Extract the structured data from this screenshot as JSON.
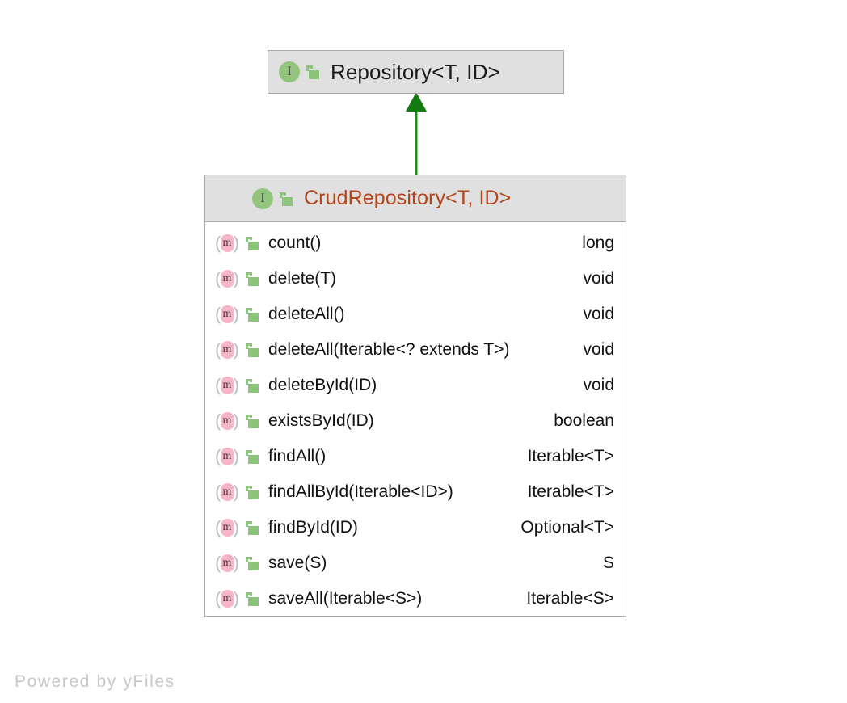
{
  "diagram": {
    "type": "uml-class-diagram",
    "watermark": "Powered by yFiles",
    "edge": {
      "kind": "generalization",
      "from": "CrudRepository<T, ID>",
      "to": "Repository<T, ID>",
      "color": "#1a8c18",
      "arrow": "filled-triangle"
    },
    "colors": {
      "node_border": "#a9a9a9",
      "header_background": "#e0e0e0",
      "body_background": "#ffffff",
      "interface_icon": "#93c47d",
      "method_icon": "#f6b6c8",
      "lock_icon": "#8cc47c",
      "accent_title": "#b5451b",
      "text": "#111111",
      "watermark": "#c8c8c8"
    }
  },
  "nodes": [
    {
      "id": "repository",
      "stereotype_icon": "interface-icon",
      "visibility_icon": "unlocked-padlock-icon",
      "title": "Repository<T, ID>",
      "title_accent": false,
      "members": []
    },
    {
      "id": "crudrepository",
      "stereotype_icon": "interface-icon",
      "visibility_icon": "unlocked-padlock-icon",
      "title": "CrudRepository<T, ID>",
      "title_accent": true,
      "members": [
        {
          "icon": "method-icon",
          "visibility_icon": "unlocked-padlock-icon",
          "name": "count()",
          "type": "long"
        },
        {
          "icon": "method-icon",
          "visibility_icon": "unlocked-padlock-icon",
          "name": "delete(T)",
          "type": "void"
        },
        {
          "icon": "method-icon",
          "visibility_icon": "unlocked-padlock-icon",
          "name": "deleteAll()",
          "type": "void"
        },
        {
          "icon": "method-icon",
          "visibility_icon": "unlocked-padlock-icon",
          "name": "deleteAll(Iterable<? extends T>)",
          "type": "void"
        },
        {
          "icon": "method-icon",
          "visibility_icon": "unlocked-padlock-icon",
          "name": "deleteById(ID)",
          "type": "void"
        },
        {
          "icon": "method-icon",
          "visibility_icon": "unlocked-padlock-icon",
          "name": "existsById(ID)",
          "type": "boolean"
        },
        {
          "icon": "method-icon",
          "visibility_icon": "unlocked-padlock-icon",
          "name": "findAll()",
          "type": "Iterable<T>"
        },
        {
          "icon": "method-icon",
          "visibility_icon": "unlocked-padlock-icon",
          "name": "findAllById(Iterable<ID>)",
          "type": "Iterable<T>"
        },
        {
          "icon": "method-icon",
          "visibility_icon": "unlocked-padlock-icon",
          "name": "findById(ID)",
          "type": "Optional<T>"
        },
        {
          "icon": "method-icon",
          "visibility_icon": "unlocked-padlock-icon",
          "name": "save(S)",
          "type": "S"
        },
        {
          "icon": "method-icon",
          "visibility_icon": "unlocked-padlock-icon",
          "name": "saveAll(Iterable<S>)",
          "type": "Iterable<S>"
        }
      ]
    }
  ]
}
